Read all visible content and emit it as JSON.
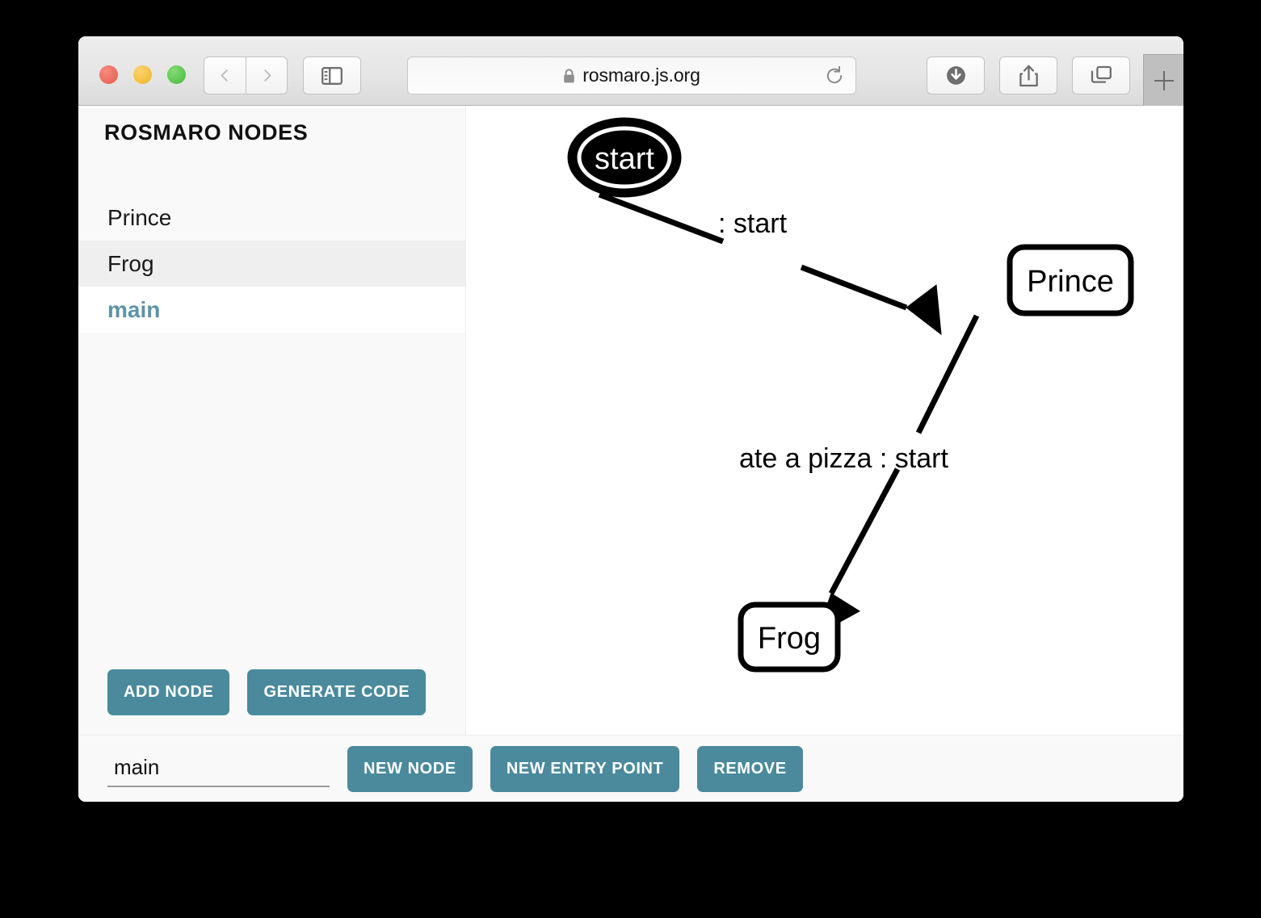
{
  "browser": {
    "url": "rosmaro.js.org",
    "lock_icon": "lock-icon",
    "back_icon": "chevron-left-icon",
    "forward_icon": "chevron-right-icon",
    "sidebar_toggle_icon": "sidebar-toggle-icon",
    "reload_icon": "reload-icon",
    "download_icon": "download-icon",
    "share_icon": "share-icon",
    "tabs_icon": "show-tabs-icon",
    "new_tab_label": "+"
  },
  "sidebar": {
    "title": "ROSMARO NODES",
    "items": [
      {
        "label": "Prince",
        "state": "plain"
      },
      {
        "label": "Frog",
        "state": "hover"
      },
      {
        "label": "main",
        "state": "current"
      }
    ],
    "actions": [
      {
        "label": "ADD NODE",
        "name": "add-node-button"
      },
      {
        "label": "GENERATE CODE",
        "name": "generate-code-button"
      }
    ]
  },
  "bottom_bar": {
    "name_input_value": "main",
    "name_input_placeholder": "",
    "buttons": [
      {
        "label": "NEW NODE",
        "name": "new-node-button"
      },
      {
        "label": "NEW ENTRY POINT",
        "name": "new-entry-point-button"
      },
      {
        "label": "REMOVE",
        "name": "remove-button"
      }
    ]
  },
  "graph": {
    "nodes": [
      {
        "id": "start",
        "label": "start",
        "shape": "double-ellipse-filled"
      },
      {
        "id": "prince",
        "label": "Prince",
        "shape": "rounded-rect"
      },
      {
        "id": "frog",
        "label": "Frog",
        "shape": "rounded-rect"
      }
    ],
    "edges": [
      {
        "from": "start",
        "to": "prince",
        "label": ": start"
      },
      {
        "from": "prince",
        "to": "frog",
        "label": "ate a pizza : start"
      }
    ]
  },
  "colors": {
    "accent_teal": "#4a8a9c",
    "current_node_text": "#5d93a6",
    "traffic_close": "#e8594c",
    "traffic_minimize": "#f0b323",
    "traffic_maximize": "#45bb3b",
    "sidebar_bg": "#f9f9f9",
    "row_hover_bg": "#efefef"
  }
}
